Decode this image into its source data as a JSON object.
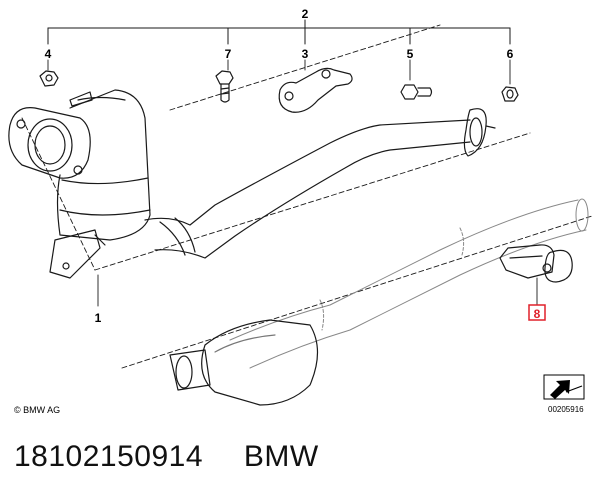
{
  "diagram": {
    "callouts": {
      "c1": "1",
      "c2": "2",
      "c3": "3",
      "c4": "4",
      "c5": "5",
      "c6": "6",
      "c7": "7",
      "c8": "8"
    },
    "copyright": "© BMW AG",
    "drawing_number": "00205916",
    "highlight_color": "#e0202a",
    "highlighted_part": "8"
  },
  "footer": {
    "part_number": "18102150914",
    "brand": "BMW"
  }
}
